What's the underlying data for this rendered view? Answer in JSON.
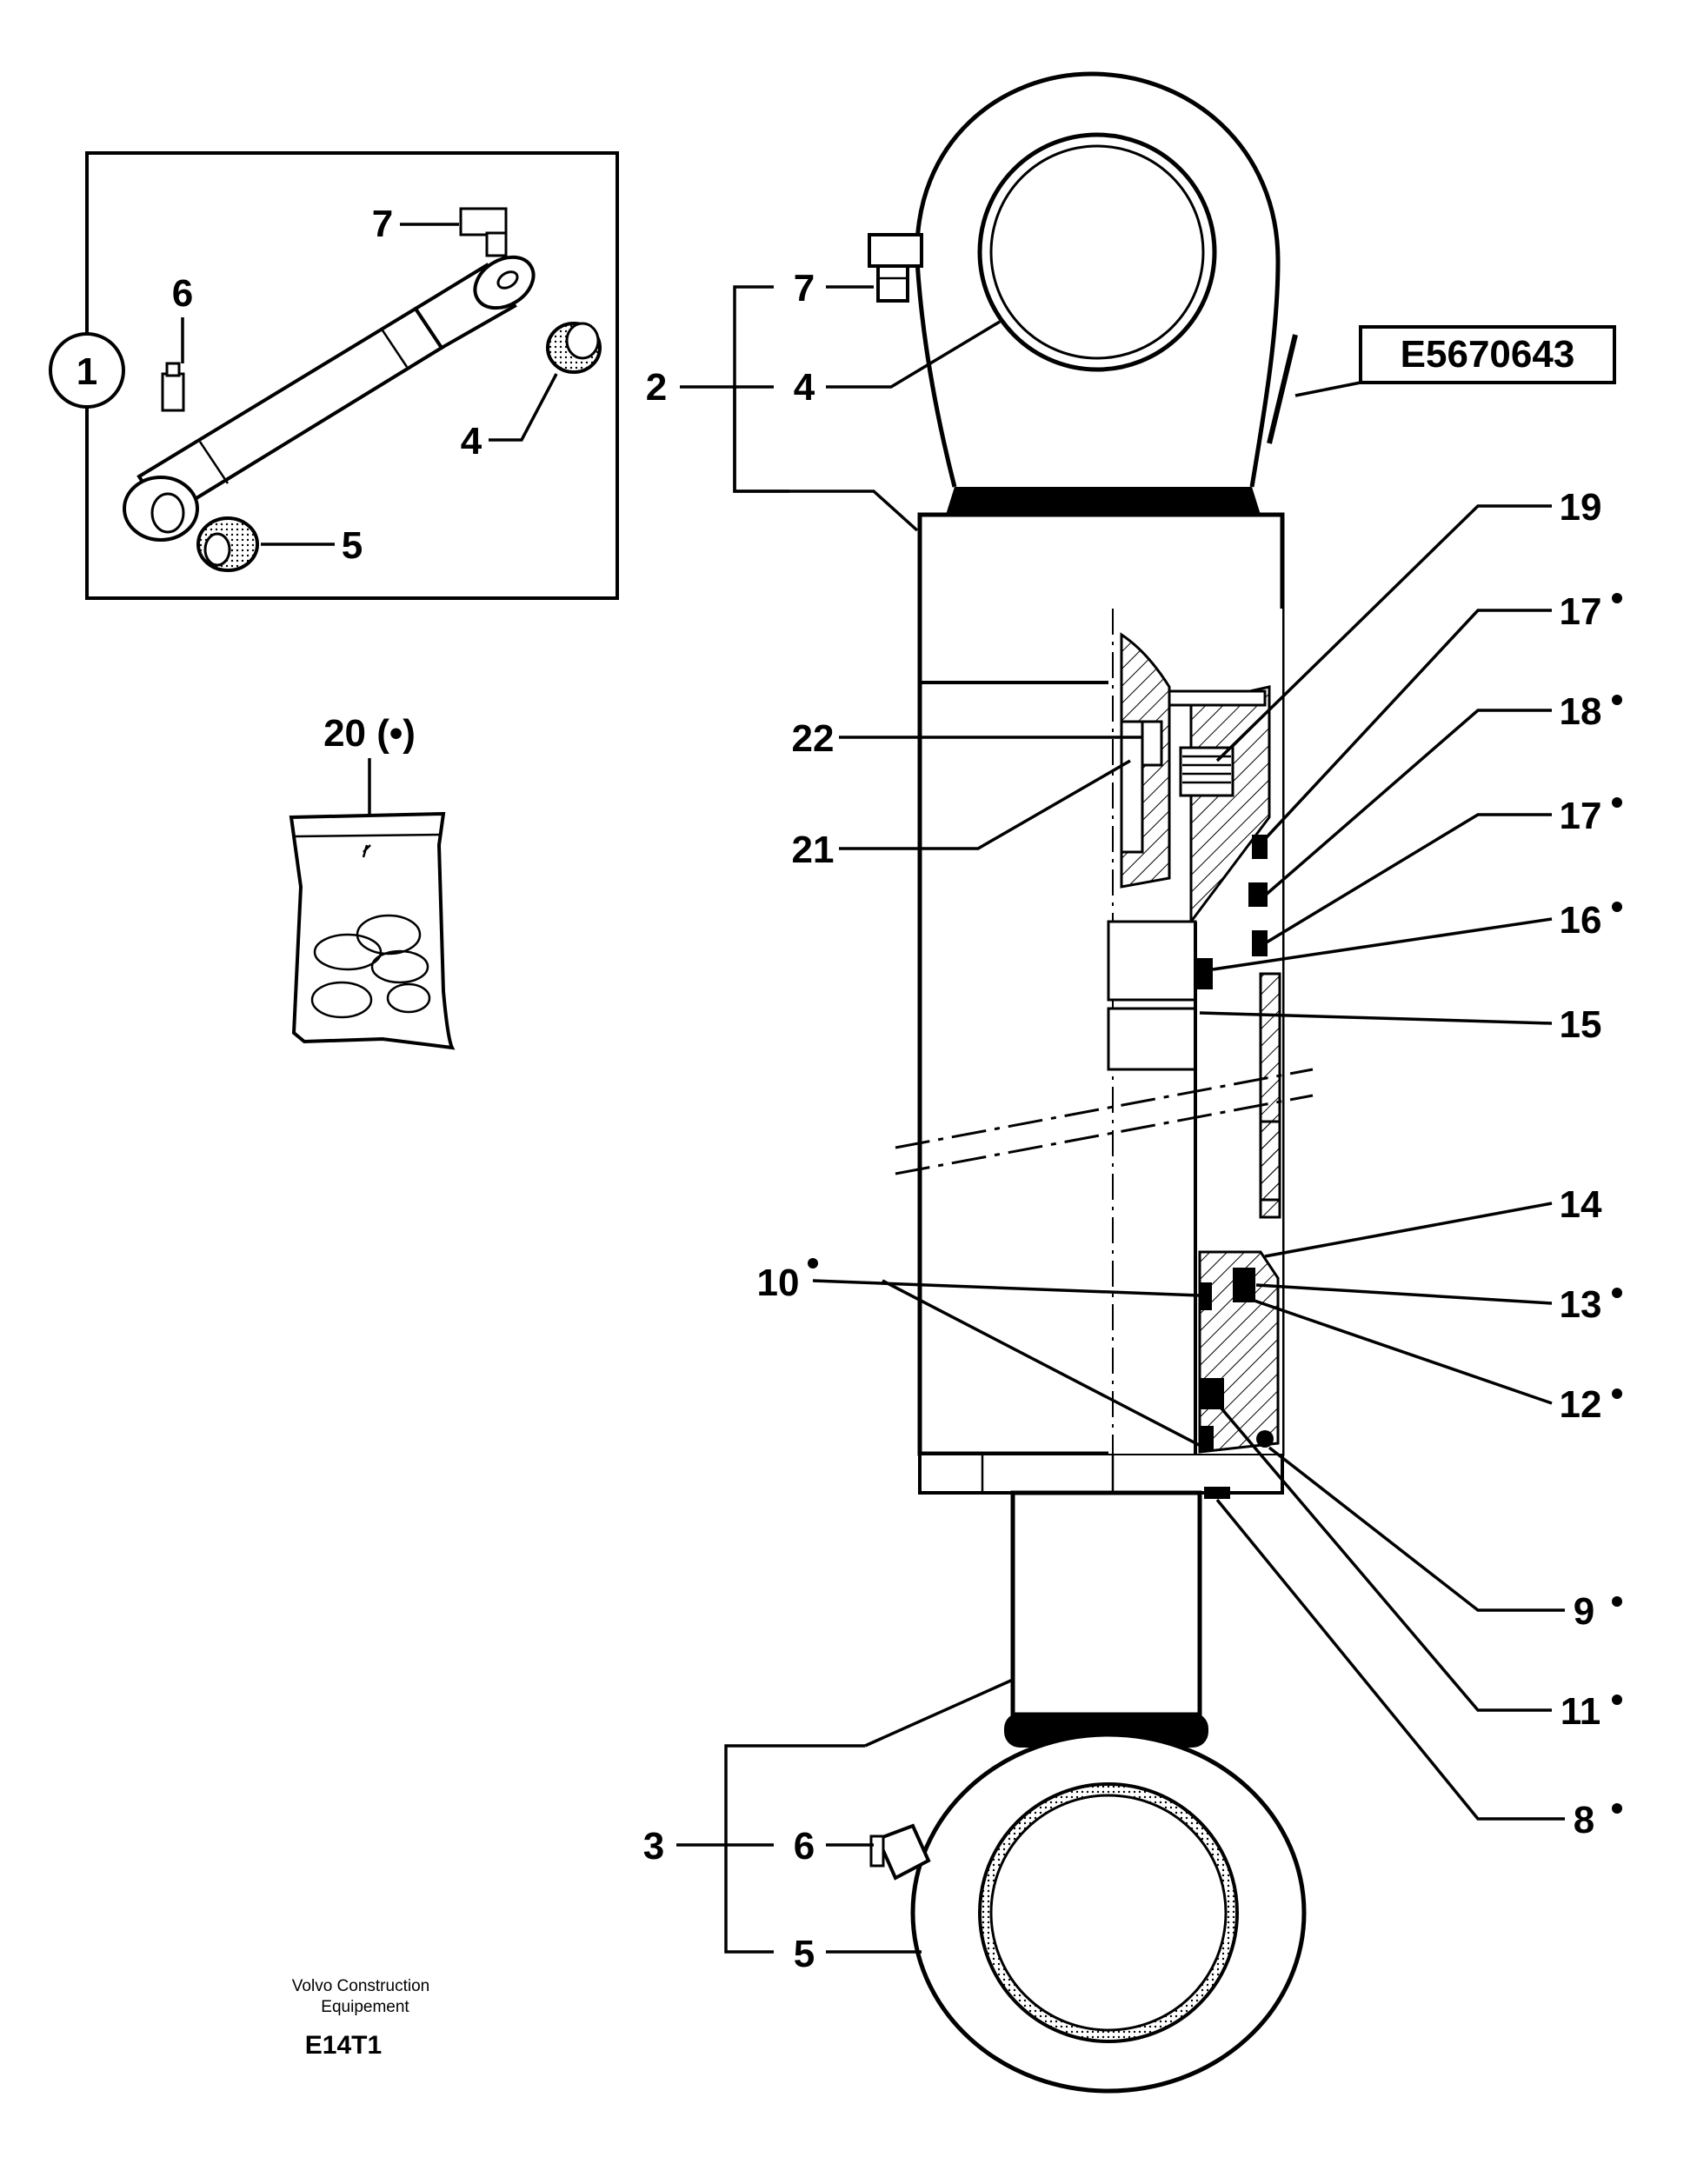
{
  "inset": {
    "ref_label": "1",
    "callouts": [
      "7",
      "6",
      "4",
      "5"
    ]
  },
  "seal_kit": {
    "label": "20 (•)"
  },
  "reference_code": "E5670643",
  "callouts": {
    "c2": "2",
    "c3": "3",
    "c4": "4",
    "c5": "5",
    "c6": "6",
    "c7": "7",
    "c8": "8",
    "c9": "9",
    "c10": "10",
    "c11": "11",
    "c12": "12",
    "c13": "13",
    "c14": "14",
    "c15": "15",
    "c16": "16",
    "c17a": "17",
    "c17b": "17",
    "c18": "18",
    "c19": "19",
    "c21": "21",
    "c22": "22"
  },
  "footer": {
    "company_line1": "Volvo Construction",
    "company_line2": "Equipement",
    "drawing_code": "E14T1"
  }
}
